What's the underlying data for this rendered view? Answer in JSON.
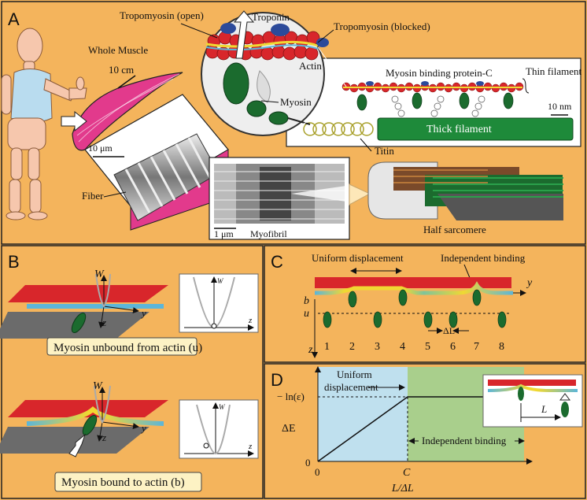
{
  "colors": {
    "background": "#f4b45c",
    "actin": "#d8262b",
    "tropomyosin": "#f0d832",
    "troponin": "#2c4a9a",
    "myosin": "#1b6b2e",
    "thick_filament": "#1e8a3a",
    "muscle": "#e23a8c",
    "region_blue": "#bfe0ee",
    "region_green": "#a9cf8c",
    "filament_blue": "#5cb6d9"
  },
  "panelA": {
    "label": "A",
    "whole_muscle": "Whole Muscle",
    "scale_10cm": "10 cm",
    "scale_10um": "10 μm",
    "fiber": "Fiber",
    "myofibril": "Myofibril",
    "scale_1um": "1 μm",
    "half_sarcomere": "Half sarcomere",
    "tropomyosin_open": "Tropomyosin (open)",
    "troponin": "Troponin",
    "tropomyosin_blocked": "Tropomyosin (blocked)",
    "actin": "Actin",
    "myosin": "Myosin",
    "mybpc": "Myosin binding protein-C",
    "thin_filament": "Thin filament",
    "scale_10nm": "10 nm",
    "thick_filament": "Thick filament",
    "titin": "Titin"
  },
  "panelB": {
    "label": "B",
    "W": "W",
    "z": "z",
    "y": "y",
    "unbound_caption": "Myosin unbound from actin (u)",
    "bound_caption": "Myosin bound  to actin (b)",
    "inset_W": "W",
    "inset_z": "z"
  },
  "panelC": {
    "label": "C",
    "uniform": "Uniform displacement",
    "independent": "Independent binding",
    "y": "y",
    "b": "b",
    "u": "u",
    "z": "z",
    "delta_L": "ΔL",
    "indices": [
      "1",
      "2",
      "3",
      "4",
      "5",
      "6",
      "7",
      "8"
    ]
  },
  "panelD": {
    "label": "D",
    "uniform_line1": "Uniform",
    "uniform_line2": "displacement",
    "independent": "Independent binding",
    "ytick_top": "− ln(ε)",
    "ylabel": "ΔE",
    "y_zero": "0",
    "x_zero": "0",
    "x_C": "C",
    "xlabel": "L/ΔL",
    "inset_L": "L"
  }
}
